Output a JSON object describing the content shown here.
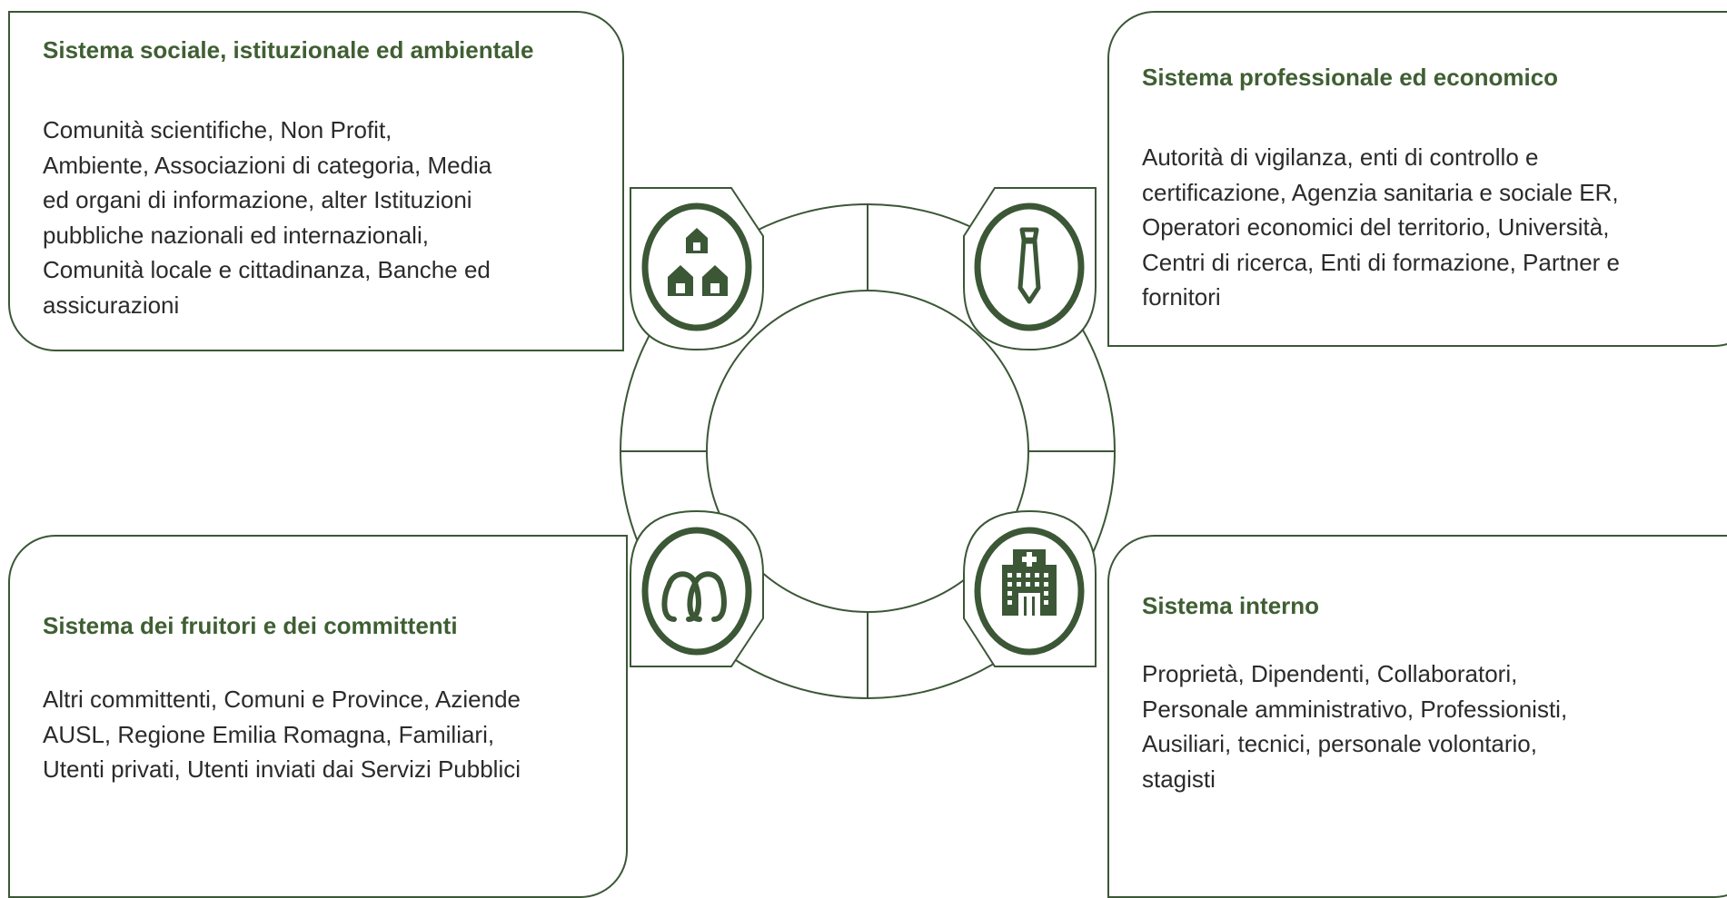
{
  "cards": {
    "social": {
      "title": "Sistema sociale, istituzionale ed ambientale",
      "lines": [
        "Comunità scientifiche, Non Profit,",
        "Ambiente, Associazioni di categoria, Media",
        "ed organi di informazione, alter Istituzioni",
        "pubbliche nazionali ed internazionali,",
        "Comunità locale e cittadinanza, Banche ed",
        "assicurazioni"
      ]
    },
    "professional": {
      "title": "Sistema professionale ed economico",
      "lines": [
        "Autorità di vigilanza, enti di controllo e",
        "certificazione, Agenzia sanitaria e sociale ER,",
        "Operatori economici del territorio, Università,",
        "Centri di ricerca, Enti di formazione, Partner e",
        "fornitori"
      ]
    },
    "users": {
      "title": "Sistema dei fruitori e dei committenti",
      "lines": [
        "Altri committenti, Comuni e Province, Aziende",
        "AUSL, Regione Emilia Romagna, Familiari,",
        "Utenti privati, Utenti inviati dai Servizi Pubblici"
      ]
    },
    "internal": {
      "title": "Sistema interno",
      "lines": [
        "Proprietà, Dipendenti, Collaboratori,",
        "Personale amministrativo, Professionisti,",
        "Ausiliari, tecnici, personale volontario,",
        "stagisti"
      ]
    }
  },
  "icons": {
    "top_left": "houses-icon",
    "top_right": "necktie-icon",
    "bottom_left": "people-icon",
    "bottom_right": "hospital-icon"
  },
  "colors": {
    "accent": "#3f5f33",
    "stroke": "#3b5736",
    "text": "#2b2b2b"
  }
}
